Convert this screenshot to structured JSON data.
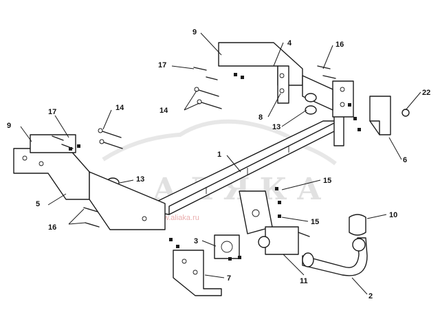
{
  "watermark": {
    "brand": "АЛЯКА",
    "subtitle": "www.aliaka.ru"
  },
  "colors": {
    "line": "#1a1a1a",
    "watermark": "#c9c9c9",
    "watermark_accent": "#d86a6a"
  },
  "callouts": [
    {
      "label": "9"
    },
    {
      "label": "4"
    },
    {
      "label": "16"
    },
    {
      "label": "17"
    },
    {
      "label": "22"
    },
    {
      "label": "14"
    },
    {
      "label": "8"
    },
    {
      "label": "13"
    },
    {
      "label": "6"
    },
    {
      "label": "9"
    },
    {
      "label": "17"
    },
    {
      "label": "14"
    },
    {
      "label": "1"
    },
    {
      "label": "13"
    },
    {
      "label": "15"
    },
    {
      "label": "5"
    },
    {
      "label": "10"
    },
    {
      "label": "16"
    },
    {
      "label": "15"
    },
    {
      "label": "3"
    },
    {
      "label": "7"
    },
    {
      "label": "11"
    },
    {
      "label": "2"
    }
  ]
}
